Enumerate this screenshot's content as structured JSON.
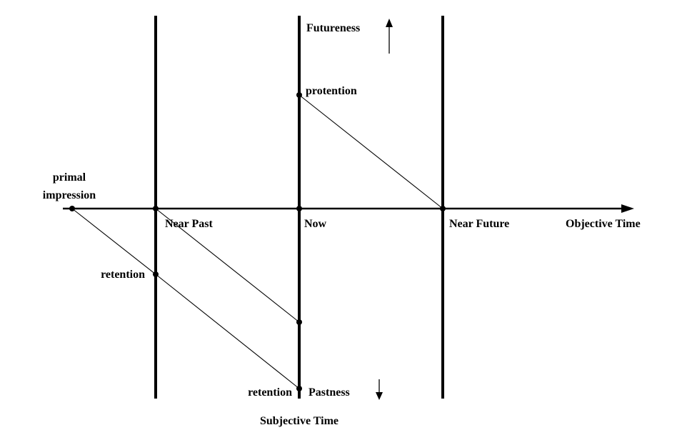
{
  "labels": {
    "primal_impression_1": "primal",
    "primal_impression_2": "impression",
    "near_past": "Near Past",
    "now": "Now",
    "near_future": "Near Future",
    "objective_time": "Objective Time",
    "futureness": "Futureness",
    "pastness": "Pastness",
    "protention": "protention",
    "retention_upper": "retention",
    "retention_lower": "retention",
    "subjective_time": "Subjective Time"
  }
}
